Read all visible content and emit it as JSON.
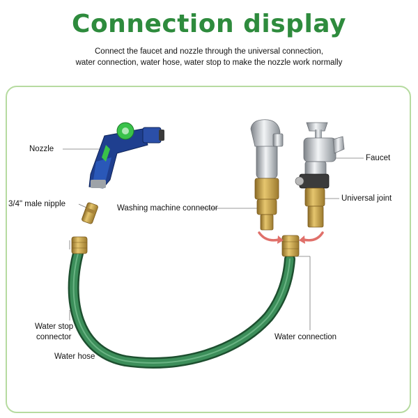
{
  "header": {
    "title": "Connection display",
    "subtitle_line1": "Connect the faucet and nozzle through the universal connection,",
    "subtitle_line2": "water connection, water hose, water stop to make the nozzle work normally"
  },
  "labels": {
    "nozzle": "Nozzle",
    "male_nipple": "3/4\" male nipple",
    "washing_connector": "Washing machine connector",
    "faucet": "Faucet",
    "universal_joint": "Universal joint",
    "water_stop_1": "Water stop",
    "water_stop_2": "connector",
    "water_hose": "Water hose",
    "water_connection": "Water connection"
  },
  "colors": {
    "title_green": "#2e8b3d",
    "panel_border": "#b6dba0",
    "hose_green": "#2f7a4a",
    "brass": "#c9a34a",
    "chrome": "#c8ccd0",
    "nozzle_blue": "#1f3f8f",
    "nozzle_green": "#39c24a",
    "arrow_red": "#e0706a"
  }
}
